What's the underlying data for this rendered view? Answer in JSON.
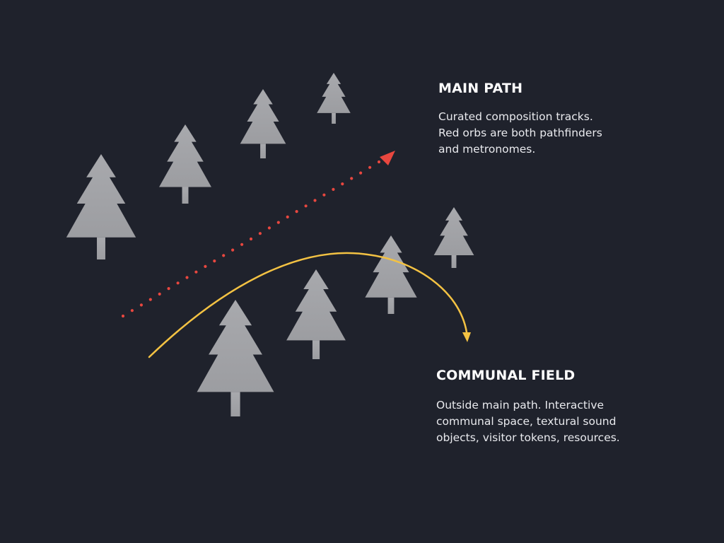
{
  "colors": {
    "background": "#1f222c",
    "tree": "#a3a4a8",
    "main_path_orbs": "#e8473f",
    "communal_path": "#f3c243",
    "heading_text": "#ffffff",
    "body_text": "#e9eaee"
  },
  "icons": {
    "tree": "pine-tree-icon",
    "main_path_arrow": "red-arrowhead-icon",
    "communal_arrow": "yellow-arrowhead-icon"
  },
  "main_path": {
    "heading": "MAIN PATH",
    "description_lines": [
      "Curated composition tracks.",
      "Red orbs are both pathfinders",
      "and metronomes."
    ]
  },
  "communal_field": {
    "heading": "COMMUNAL FIELD",
    "description_lines": [
      "Outside main path. Interactive",
      "communal space, textural sound",
      "objects, visitor tokens, resources."
    ]
  }
}
